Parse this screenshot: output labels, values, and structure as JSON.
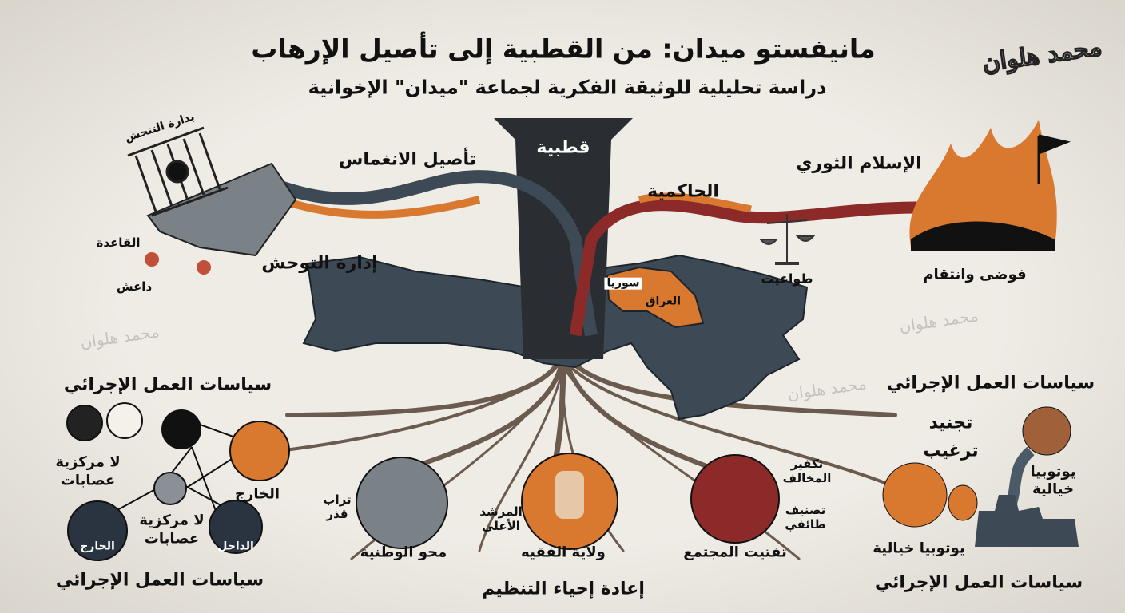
{
  "header": {
    "title": "مانيفستو ميدان: من القطبية إلى تأصيل الإرهاب",
    "subtitle": "دراسة تحليلية للوثيقة الفكرية لجماعة \"ميدان\" الإخوانية"
  },
  "logo": {
    "text": "محمد هلوان"
  },
  "top": {
    "pillar": "قطبية",
    "immersion": "تأصيل الانغماس",
    "hakimiya": "الحاكمية",
    "revolutionary_islam": "الإسلام الثوري",
    "tawagheet": "طواغيت",
    "chaos": "فوضى وانتقام",
    "savagery": "إدارة التوحش",
    "cage_label": "بدارة التتحش",
    "qaeda": "القاعدة",
    "daesh": "داعش",
    "syria": "سوريا",
    "iraq": "العراق"
  },
  "left": {
    "heading_top": "سياسات العمل الإجرائي",
    "decentral_1": [
      "لا مركزية",
      "عصابات"
    ],
    "decentral_2": [
      "لا مركزية",
      "عصابات"
    ],
    "outside_1": "الخارج",
    "outside_2": "الخارج",
    "inside": "الداخل",
    "heading_bottom": "سياسات العمل الإجرائي"
  },
  "center": {
    "dirt": [
      "تراب",
      "قذر"
    ],
    "erase_nationalism": "محو الوطنية",
    "supreme_guide": [
      "المرشد",
      "الأعلى"
    ],
    "wilayat_faqih": "ولاية الفقيه",
    "takfir": [
      "تكفير",
      "المخالف"
    ],
    "sectarian": [
      "تصنيف",
      "طائفي"
    ],
    "fragmentation": "تفتيت المجتمع",
    "revival": "إعادة إحياء التنظيم"
  },
  "right": {
    "heading_top": "سياسات العمل الإجرائي",
    "recruit": "تجنيد",
    "entice": "ترغيب",
    "utopia_1": [
      "يوتوبيا",
      "خيالية"
    ],
    "utopia_2": "يوتوبيا خيالية",
    "heading_bottom": "سياسات العمل الإجرائي"
  },
  "colors": {
    "background": "#ebe8e1",
    "slate": "#3d4a55",
    "orange": "#d9782f",
    "root": "#6b5a4e",
    "red": "#8c2a2a",
    "ink": "#111111"
  }
}
